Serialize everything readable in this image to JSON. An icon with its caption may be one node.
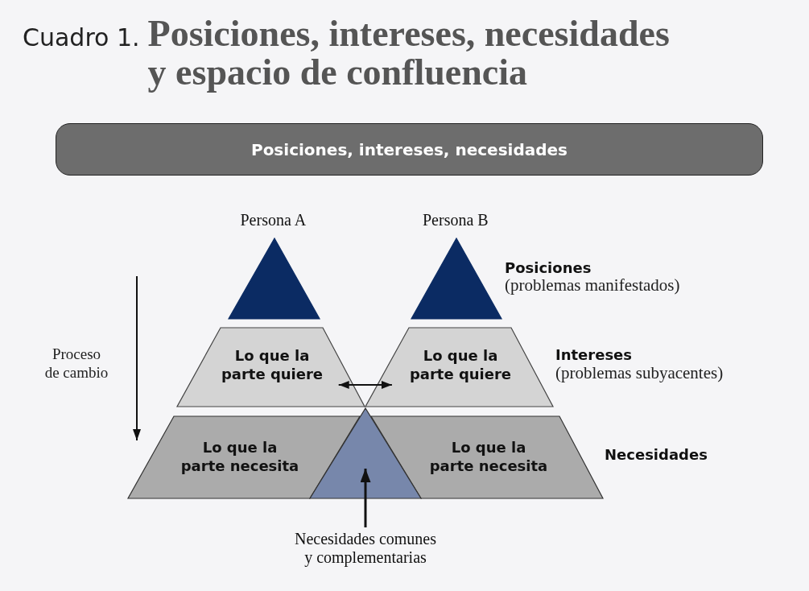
{
  "diagram": {
    "title": "Cuadro 1. **Posiciones, intereses, necesidades y espacio de confluencia**",
    "nodes": [
      {
        "text": [
          "Posiciones, intereses, necesidades"
        ]
      },
      {
        "text": [
          "Persona A"
        ]
      },
      {
        "text": [
          "Persona B"
        ]
      },
      {
        "text": [
          "Lo que la parte quiere"
        ]
      },
      {
        "text": [
          "Lo que la parte quiere"
        ]
      },
      {
        "text": [
          "Lo que la parte necesita"
        ]
      },
      {
        "text": [],
        "shape": "triangle"
      },
      {
        "text": [
          "Lo que la parte necesita"
        ]
      },
      {
        "text": [
          "Necesidades comunes y complementarias"
        ]
      }
    ],
    "edges": [
      {
        "from": 3,
        "to": 4,
        "arrow": "both"
      },
      {
        "from": 8,
        "to": 6,
        "arrow": "to"
      }
    ],
    "labels": [
      "Posiciones",
      "(problemas manifestados)",
      "Proceso de cambio",
      "Intereses",
      "(problemas subyacentes)",
      "Necesidades"
    ]
  }
}
